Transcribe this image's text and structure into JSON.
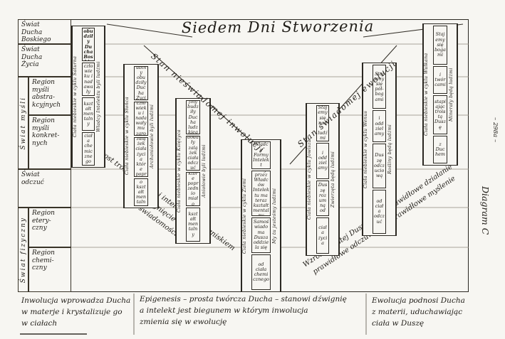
{
  "colors": {
    "paper": "#f7f6f2",
    "ink": "#201d18",
    "rule": "#8f897b"
  },
  "page": {
    "title": "Siedem Dni Stworzenia",
    "page_marker": "– 298a –",
    "diagram_label": "Diagram C"
  },
  "diagonals": {
    "left": "Stan nieświadomej inwolucji",
    "right": "Stan świadomej ewolucji"
  },
  "side_groups": {
    "thought": "Świat myśli",
    "physical": "Świat fizyczny"
  },
  "rows": [
    {
      "label": "Świat\nDucha\nBoskiego"
    },
    {
      "label": "Świat\nDucha\nŻycia"
    },
    {
      "label": "Region\nmyśli\nabstra-\nkcyjnych"
    },
    {
      "label": "Region\nmyśli\nkonkret-\nnych"
    },
    {
      "label": "Świat\nodczuć"
    },
    {
      "label": "Region\netery-\nczny"
    },
    {
      "label": "Region\nchemi-\nczny"
    }
  ],
  "periods": [
    {
      "cycle": "Ciała niebieskie w cyklu Saturna",
      "boxes": [
        "Trony obudziły Ducha Boskiego",
        "w człowieku i nadawały mu",
        "kształt mentalny",
        "ciała chemicznego"
      ],
      "right": "Władcy Intelektu byli ludźmi"
    },
    {
      "cycle": "Ciała niebieskie w cyklu Słońca",
      "boxes": [
        "Cherubiny obudziły Ducha Życia",
        "w człowieku i nadawały mu zarodek",
        "dodały zalążek ciała życia które poprzednio",
        "miało kształt mentalny"
      ],
      "right": "Archaniołowie byli ludźmi"
    },
    {
      "cycle": "Ciała niebieskie w cyklu Księżyca",
      "boxes": [
        "Serafiny budziły Ducha ludzkiego",
        "dodały zalążek ciała odczuć",
        "które poprzednio miało",
        "kształt mentalny"
      ],
      "right": "Aniołowie byli ludźmi"
    },
    {
      "cycle": "Ciała niebieskie w cyklu Ziemi",
      "boxes": [
        "Władcy Formy Intelekt",
        "dany przez Władców Intelektu ma teraz kształt mentalny",
        "Samoświadoma Dusza oddziela się",
        "od ciała chemicznego"
      ],
      "right": "My tu jesteśmy ludźmi"
    },
    {
      "cycle": "Ciała niebieskie w cyklu Jowisza",
      "boxes": [
        "Stajemy się nad-ludźmi",
        "i oddzielamy",
        "Duszę rozumną od",
        "ciała życia"
      ],
      "right": "Zwierzęta będą ludźmi"
    },
    {
      "cycle": "Ciała niebieskie w cyklu Wenus",
      "boxes": [
        "Stajemy się pół-bogami",
        "i oddzielamy",
        "Duszę odczuciową",
        "od ciała odczuć"
      ],
      "right": "Rośliny będą ludźmi"
    },
    {
      "cycle": "Ciała niebieskie w cyklu Wulkana",
      "boxes": [
        "Stajemy się bogami",
        "i twórcami",
        "stapiając troistą Duszę",
        "z Duchem"
      ],
      "right": "Minerały będą ludźmi"
    }
  ],
  "inner_notes": {
    "left": "Wzrost troistego ciała i intelektu jako ogniskiem\ni osiągnięcie\nsamoświadomości",
    "right": "Wzrost troistej Duszy przez prawidłowe działanie\nprawidłowe odczuwanie i prawidłowe myślenie"
  },
  "footers": {
    "left": "Inwolucja wprowadza Ducha\nw materje i krystalizuje go\nw ciałach",
    "center": "Epigenesis – prosta twórcza Ducha – stanowi dźwignię\na intelekt jest biegunem w którym inwolucja\nzmienia się w ewolucję",
    "right": "Ewolucja podnosi Ducha\nz materii, uduchawiając\nciała w Duszę"
  }
}
